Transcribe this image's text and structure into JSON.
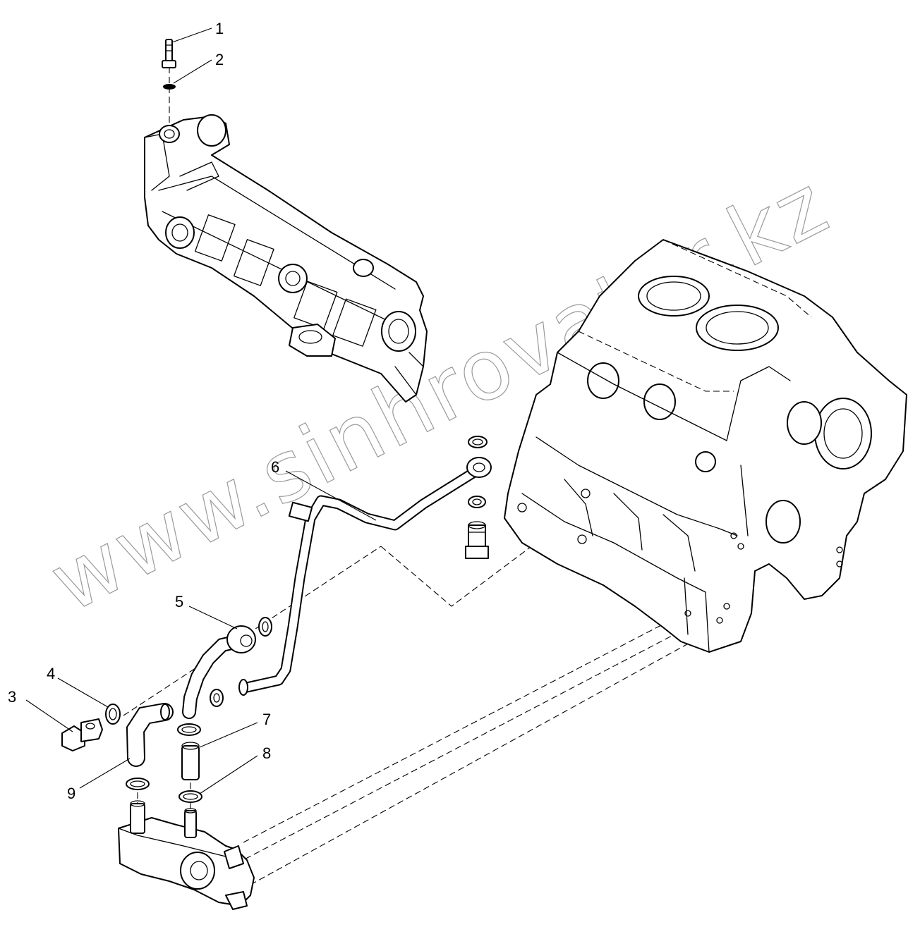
{
  "watermark": {
    "text": "www.sinhrovator.kz",
    "color": "#9a9a9a"
  },
  "colors": {
    "line": "#000000",
    "background": "#ffffff"
  },
  "callouts": [
    {
      "id": "1",
      "label": "1"
    },
    {
      "id": "2",
      "label": "2"
    },
    {
      "id": "3",
      "label": "3"
    },
    {
      "id": "4",
      "label": "4"
    },
    {
      "id": "5",
      "label": "5"
    },
    {
      "id": "6",
      "label": "6"
    },
    {
      "id": "7",
      "label": "7"
    },
    {
      "id": "8",
      "label": "8"
    },
    {
      "id": "9",
      "label": "9"
    }
  ]
}
